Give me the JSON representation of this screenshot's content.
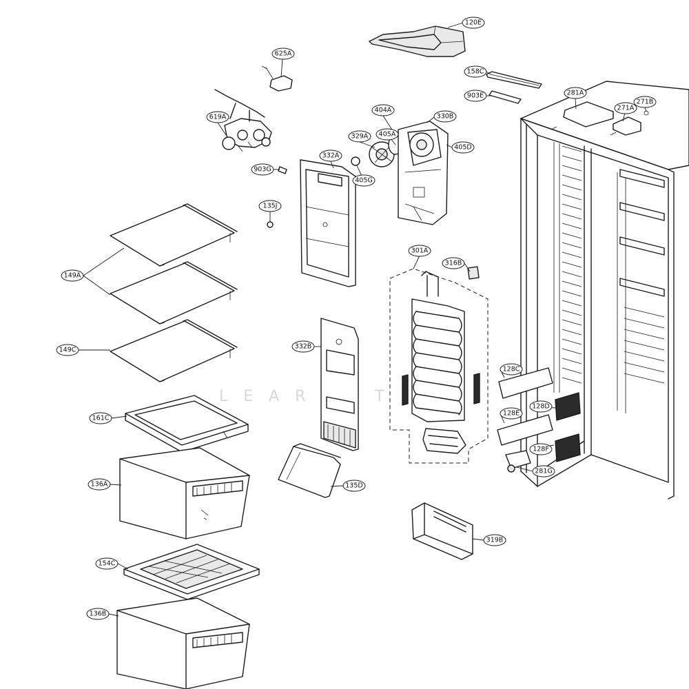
{
  "labels": {
    "l120E": "120E",
    "l625A": "625A",
    "l158C": "158C",
    "l903E": "903E",
    "l281A": "281A",
    "l271A": "271A",
    "l271B": "271B",
    "l619A": "619A",
    "l404A": "404A",
    "l330B": "330B",
    "l405A": "405A",
    "l329A": "329A",
    "l405D": "405D",
    "l332A": "332A",
    "l903G": "903G",
    "l405G": "405G",
    "l135J": "135J",
    "l301A": "301A",
    "l316B": "316B",
    "l149A": "149A",
    "l149C": "149C",
    "l332B": "332B",
    "l128C": "128C",
    "l128D": "128D",
    "l128E": "128E",
    "l128F": "128F",
    "l281G": "281G",
    "l161C": "161C",
    "l136A": "136A",
    "l135D": "135D",
    "l319B": "319B",
    "l154C": "154C",
    "l136B": "136B"
  },
  "icons": [
    "exploded-refrigerator-parts-diagram"
  ]
}
